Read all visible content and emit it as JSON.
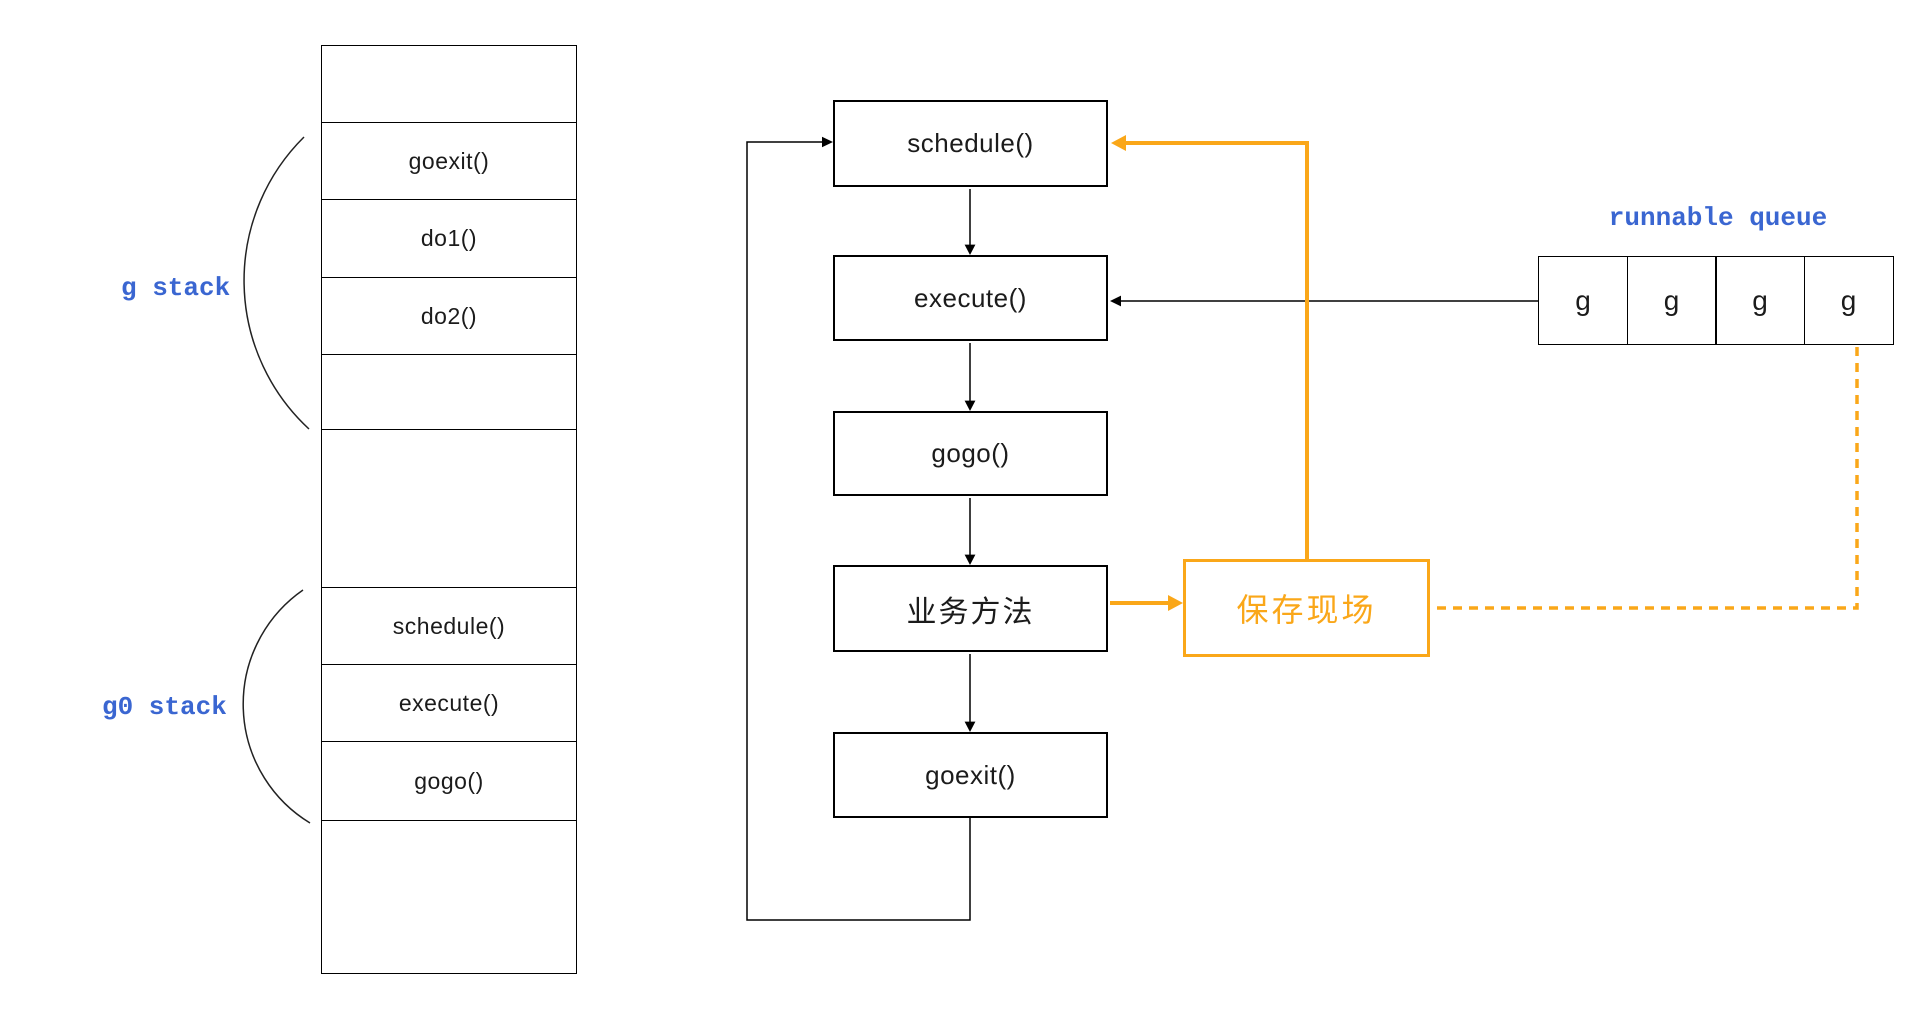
{
  "diagram": {
    "stack": {
      "g_stack_label": "g stack",
      "g0_stack_label": "g0 stack",
      "cells": [
        {
          "label": ""
        },
        {
          "label": "goexit()"
        },
        {
          "label": "do1()"
        },
        {
          "label": "do2()"
        },
        {
          "label": ""
        },
        {
          "label": ""
        },
        {
          "label": "schedule()"
        },
        {
          "label": "execute()"
        },
        {
          "label": "gogo()"
        },
        {
          "label": ""
        }
      ]
    },
    "flowchart": {
      "nodes": [
        {
          "label": "schedule()"
        },
        {
          "label": "execute()"
        },
        {
          "label": "gogo()"
        },
        {
          "label": "业务方法"
        },
        {
          "label": "goexit()"
        }
      ]
    },
    "save_context": {
      "label": "保存现场"
    },
    "queue": {
      "title": "runnable queue",
      "items": [
        "g",
        "g",
        "g",
        "g"
      ]
    },
    "colors": {
      "accent_orange": "#FAA719",
      "label_blue": "#3A66D1",
      "line_black": "#000000"
    }
  }
}
